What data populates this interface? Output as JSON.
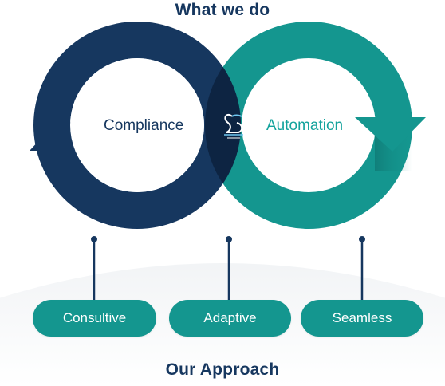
{
  "header": {
    "title": "What we do"
  },
  "loops": {
    "left_label": "Compliance",
    "right_label": "Automation",
    "left_color": "#16375f",
    "right_color": "#14968f",
    "overlap_color": "#0d2442"
  },
  "center_icon": "swan-logo-icon",
  "approach": {
    "items": [
      "Consultive",
      "Adaptive",
      "Seamless"
    ],
    "pill_color": "#14968f",
    "connector_color": "#16375f"
  },
  "footer": {
    "title": "Our Approach"
  }
}
